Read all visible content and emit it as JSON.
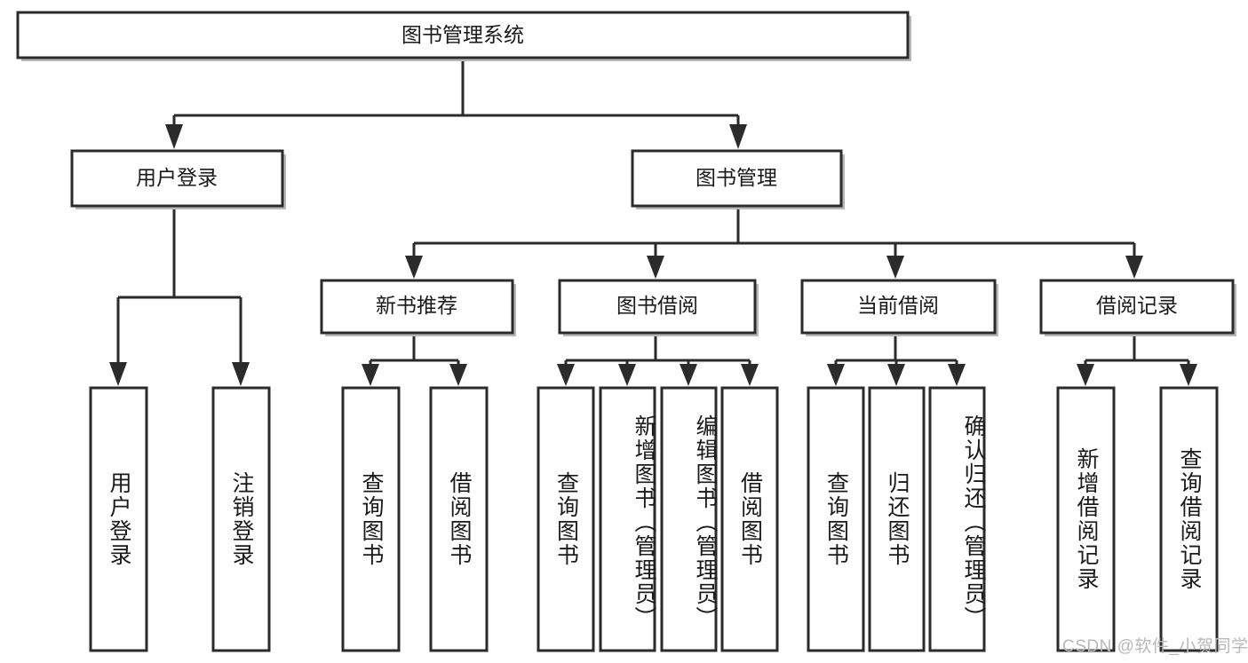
{
  "diagram": {
    "title": "图书管理系统",
    "type": "tree-hierarchy",
    "root": {
      "label": "图书管理系统"
    },
    "level2": [
      {
        "label": "用户登录"
      },
      {
        "label": "图书管理"
      }
    ],
    "level3": [
      {
        "label": "新书推荐"
      },
      {
        "label": "图书借阅"
      },
      {
        "label": "当前借阅"
      },
      {
        "label": "借阅记录"
      }
    ],
    "leaves": {
      "user_login": [
        {
          "label": "用户登录"
        },
        {
          "label": "注销登录"
        }
      ],
      "new_book_recommend": [
        {
          "label": "查询图书"
        },
        {
          "label": "借阅图书"
        }
      ],
      "book_borrow": [
        {
          "label": "查询图书"
        },
        {
          "label": "新增图书（管理员）"
        },
        {
          "label": "编辑图书（管理员）"
        },
        {
          "label": "借阅图书"
        }
      ],
      "current_borrow": [
        {
          "label": "查询图书"
        },
        {
          "label": "归还图书"
        },
        {
          "label": "确认归还（管理员）"
        }
      ],
      "borrow_record": [
        {
          "label": "新增借阅记录"
        },
        {
          "label": "查询借阅记录"
        }
      ]
    }
  },
  "watermark": {
    "text": "CSDN @软件_小贺同学"
  },
  "colors": {
    "box_stroke": "#2b2b2b",
    "box_fill": "#ffffff",
    "shadow": "#b8b8b8",
    "text": "#1a1a1a",
    "watermark": "#b9b9b9",
    "background": "#ffffff"
  }
}
